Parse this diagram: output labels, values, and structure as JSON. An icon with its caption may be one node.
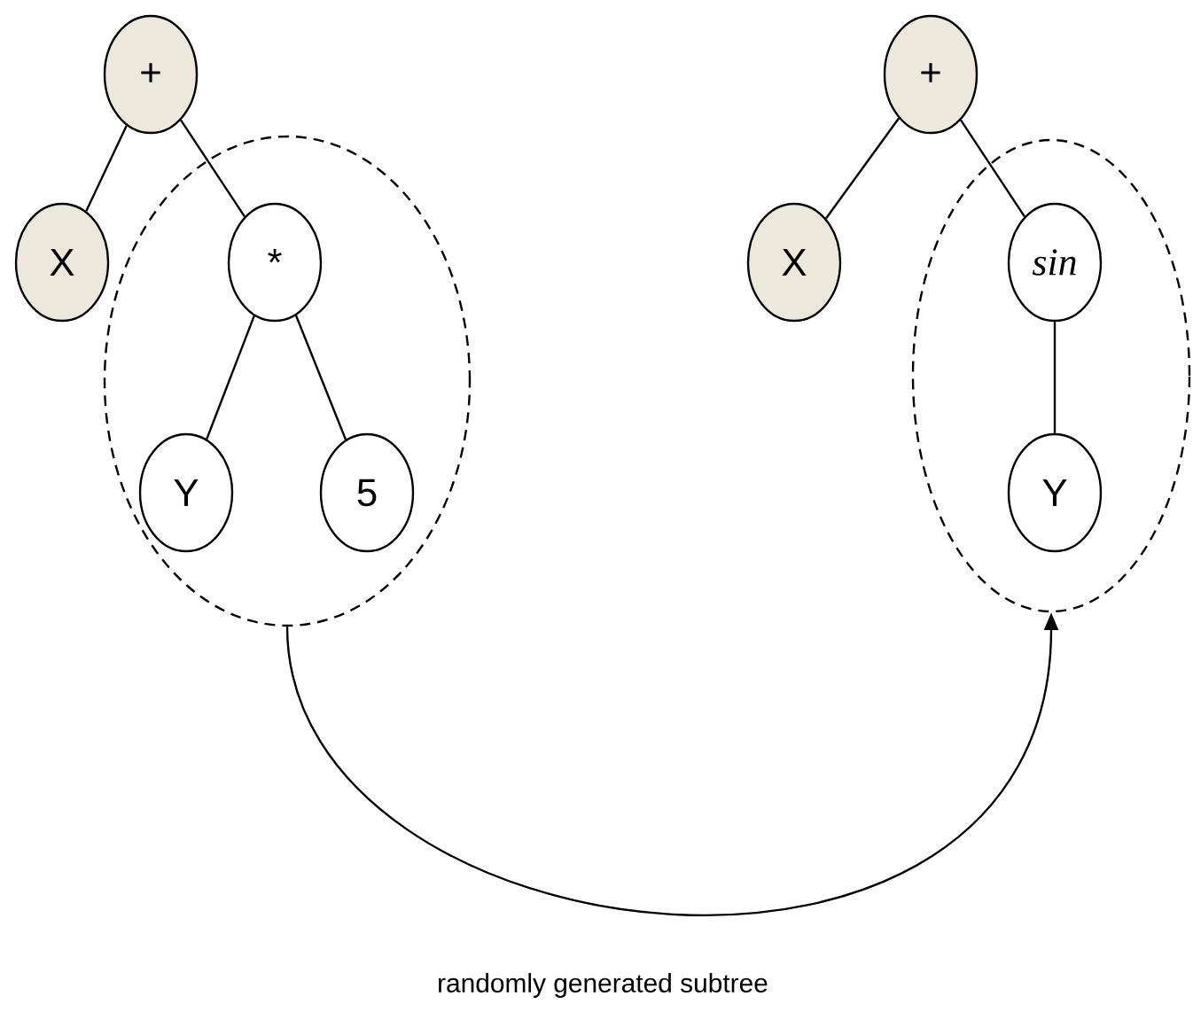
{
  "diagram": {
    "nodes": [
      {
        "text": [
          "+"
        ]
      },
      {
        "text": [
          "X"
        ]
      },
      {
        "text": [],
        "shape": "ellipse"
      },
      {
        "text": [
          "*"
        ],
        "in": 2
      },
      {
        "text": [
          "Y"
        ],
        "in": 2
      },
      {
        "text": [
          "5"
        ],
        "in": 2
      },
      {
        "text": [
          "+"
        ]
      },
      {
        "text": [
          "X"
        ]
      },
      {
        "text": [],
        "shape": "ellipse"
      },
      {
        "text": [
          "sin"
        ],
        "in": 8
      },
      {
        "text": [
          "Y"
        ],
        "in": 8
      }
    ],
    "edges": [
      {
        "from": 0,
        "to": 1,
        "arrow": "none"
      },
      {
        "from": 0,
        "to": 3,
        "arrow": "none"
      },
      {
        "from": 3,
        "to": 4,
        "arrow": "none"
      },
      {
        "from": 3,
        "to": 5,
        "arrow": "none"
      },
      {
        "from": 6,
        "to": 7,
        "arrow": "none"
      },
      {
        "from": 6,
        "to": 9,
        "arrow": "none"
      },
      {
        "from": 9,
        "to": 10,
        "arrow": "none"
      },
      {
        "from": 2,
        "to": 8,
        "arrow": "to"
      }
    ],
    "labels": [
      "randomly generated subtree"
    ]
  }
}
